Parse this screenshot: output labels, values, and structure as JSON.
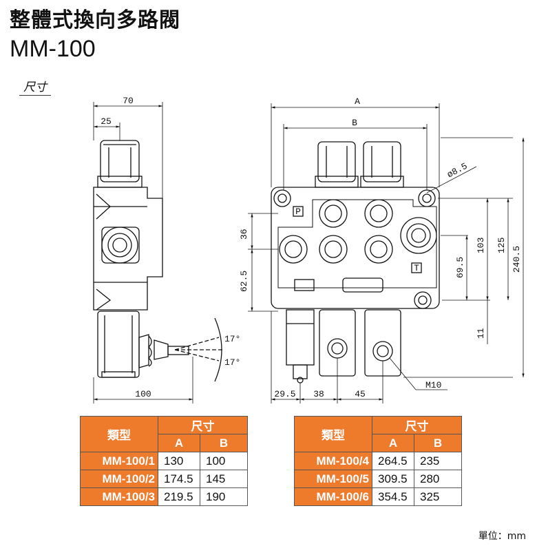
{
  "header": {
    "title": "整體式換向多路閥",
    "model": "MM-100",
    "section": "尺寸"
  },
  "drawing": {
    "dims": {
      "w70": "70",
      "w25": "25",
      "A": "A",
      "B": "B",
      "d85": "ø8.5",
      "h36": "36",
      "h62": "62.5",
      "h103": "103",
      "h125": "125",
      "h240": "240.5",
      "h69": "69.5",
      "h11": "11",
      "a17a": "17°",
      "a17b": "17°",
      "w100": "100",
      "w29": "29.5",
      "w38": "38",
      "w45": "45",
      "m10": "M10",
      "portP": "P",
      "portT": "T"
    }
  },
  "tables": [
    {
      "header_type": "類型",
      "header_dim": "尺寸",
      "col_a": "A",
      "col_b": "B",
      "rows": [
        {
          "model": "MM-100/1",
          "a": "130",
          "b": "100"
        },
        {
          "model": "MM-100/2",
          "a": "174.5",
          "b": "145"
        },
        {
          "model": "MM-100/3",
          "a": "219.5",
          "b": "190"
        }
      ]
    },
    {
      "header_type": "類型",
      "header_dim": "尺寸",
      "col_a": "A",
      "col_b": "B",
      "rows": [
        {
          "model": "MM-100/4",
          "a": "264.5",
          "b": "235"
        },
        {
          "model": "MM-100/5",
          "a": "309.5",
          "b": "280"
        },
        {
          "model": "MM-100/6",
          "a": "354.5",
          "b": "325"
        }
      ]
    }
  ],
  "footer": {
    "unit": "單位：mm"
  },
  "colors": {
    "table_header": "#ee7a2c"
  }
}
